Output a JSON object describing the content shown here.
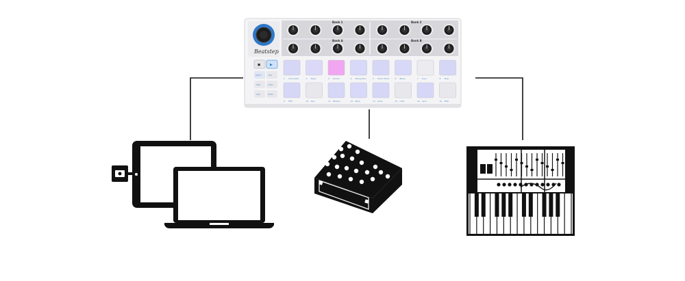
{
  "controller": {
    "name": "step sequencer controller",
    "knob_section_labels": [
      "Bank 1",
      "Bank 2",
      "Bank A",
      "Bank B"
    ],
    "logo_text": "Beatstep",
    "pad_labels_top": [
      "Chromatic",
      "Major",
      "Dorian",
      "Mixolydian",
      "Harm Minor",
      "Blues",
      "User",
      "Stop"
    ],
    "pad_labels_bottom": [
      "Fifth",
      "Seq",
      "Pattern",
      "Bank",
      "Chan",
      "Hold",
      "Sync",
      "MIDI"
    ],
    "pad_numbers_top": [
      "1",
      "2",
      "3",
      "4",
      "5",
      "6",
      "7",
      "8"
    ],
    "pad_numbers_bottom": [
      "9",
      "10",
      "11",
      "12",
      "13",
      "14",
      "15",
      "16"
    ],
    "button_labels": [
      "◼",
      "▶",
      "SHIFT",
      "PAT",
      "SEQ",
      "CTRL",
      "CNT",
      "STEP"
    ],
    "pad_colors_top": [
      "#d6d6f7",
      "#dadaf8",
      "#f0a6f0",
      "#d8d8f8",
      "#d6d6f7",
      "#d8d8f8",
      "#ececf0",
      "#d6d6f7"
    ],
    "pad_colors_bottom": [
      "#d6d6f7",
      "#e8e8ec",
      "#d6d6f7",
      "#d8d8f8",
      "#d6d6f7",
      "#e8e8ec",
      "#d6d6f7",
      "#e8e8ec"
    ]
  },
  "devices": [
    {
      "id": "computer",
      "icon": "tablet-and-laptop-icon"
    },
    {
      "id": "drum-machine",
      "icon": "drum-machine-icon"
    },
    {
      "id": "synthesizer",
      "icon": "modular-synthesizer-icon"
    }
  ],
  "colors": {
    "accent": "#2f78c8",
    "pink_pad": "#f0a6f0",
    "lilac_pad": "#d6d6f7",
    "connector": "#111111"
  }
}
